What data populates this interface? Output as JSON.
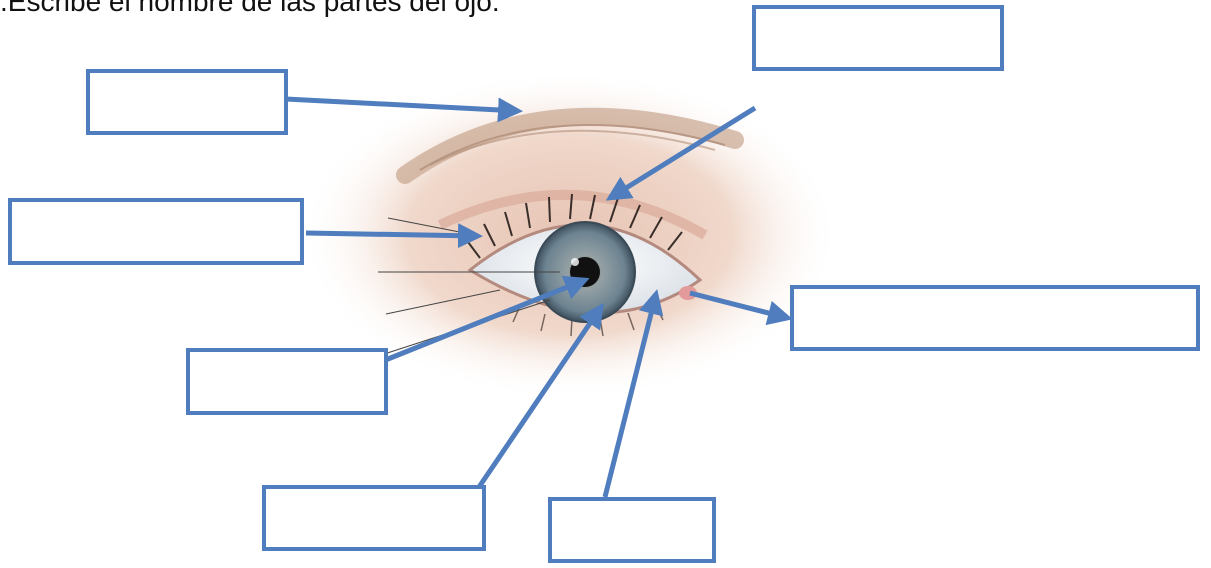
{
  "instruction": ".Escribe el nombre de las partes del ojo:",
  "colors": {
    "box_border": "#4f7dbd",
    "arrow": "#4f7dbd",
    "iris": "#7b8d97",
    "pupil": "#111111",
    "skin": "#ecd2c2"
  },
  "label_boxes": [
    {
      "part": "eyebrow",
      "value": ""
    },
    {
      "part": "upper-eyelid",
      "value": ""
    },
    {
      "part": "eyelashes",
      "value": ""
    },
    {
      "part": "tear-duct",
      "value": ""
    },
    {
      "part": "pupil",
      "value": ""
    },
    {
      "part": "iris",
      "value": ""
    },
    {
      "part": "sclera",
      "value": ""
    }
  ]
}
